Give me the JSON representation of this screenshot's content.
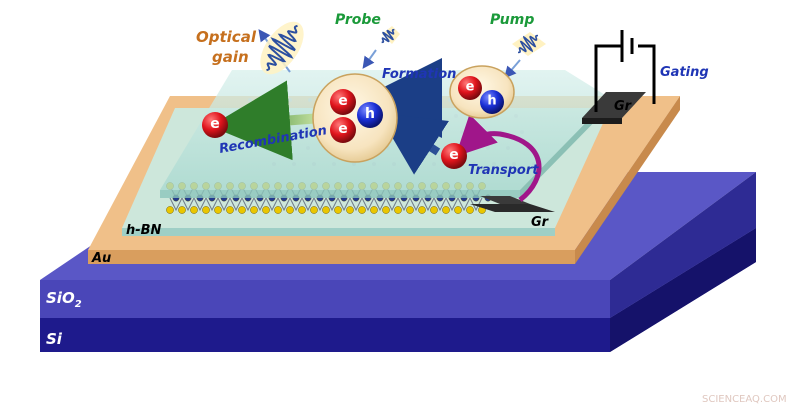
{
  "labels": {
    "optical_gain_line1": "Optical",
    "optical_gain_line2": "gain",
    "probe": "Probe",
    "pump": "Pump",
    "formation": "Formation",
    "recombination": "Recombination",
    "transport": "Transport",
    "gating": "Gating",
    "gr_top": "Gr",
    "gr_bottom": "Gr",
    "hbn": "h-BN",
    "au": "Au",
    "sio2_main": "SiO",
    "sio2_sub": "2",
    "si": "Si",
    "watermark": "SCIENCEAQ.COM"
  },
  "particles": {
    "electron": "e",
    "hole": "h"
  },
  "colors": {
    "si": "#1e1a8c",
    "sio2": "#4a46b8",
    "au": "#e8b47a",
    "hbn": "#bfe6df",
    "electron": "#d9141b",
    "hole": "#1a2fd6",
    "probe_text": "#1b9a3a",
    "pump_text": "#1b9a3a",
    "optical_text": "#c6701e",
    "blue_text": "#1f35b5",
    "arrow_blue": "#2c4fa0",
    "arrow_green": "#3f8f3a",
    "arrow_magenta": "#a0168a"
  },
  "icons": [
    "wave-packet-icon",
    "probe-pulse-icon",
    "pump-pulse-icon",
    "battery-icon"
  ]
}
